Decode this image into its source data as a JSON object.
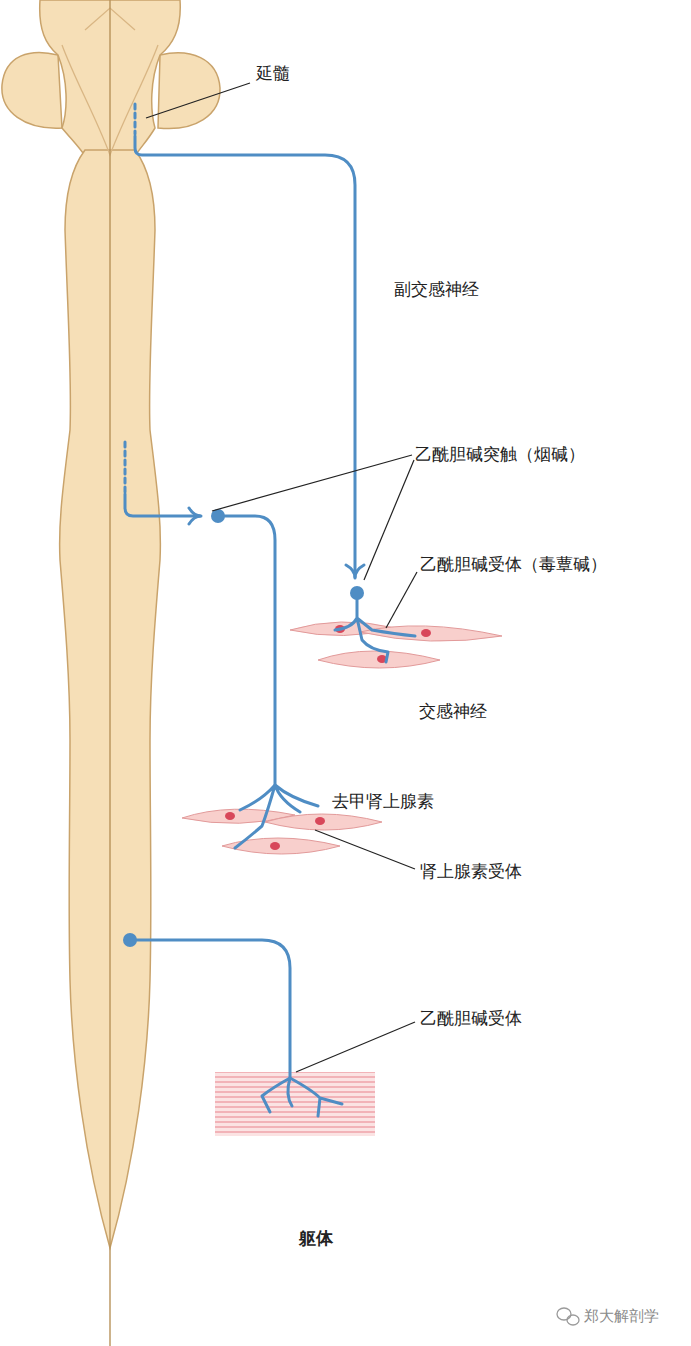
{
  "diagram": {
    "labels": [
      "延髓",
      "副交感神经",
      "乙酰胆碱突触（烟碱）",
      "乙酰胆碱受体（毒蕈碱）",
      "交感神经",
      "去甲肾上腺素",
      "肾上腺素受体",
      "乙酰胆碱受体",
      "躯体",
      "郑大解剖学"
    ]
  }
}
